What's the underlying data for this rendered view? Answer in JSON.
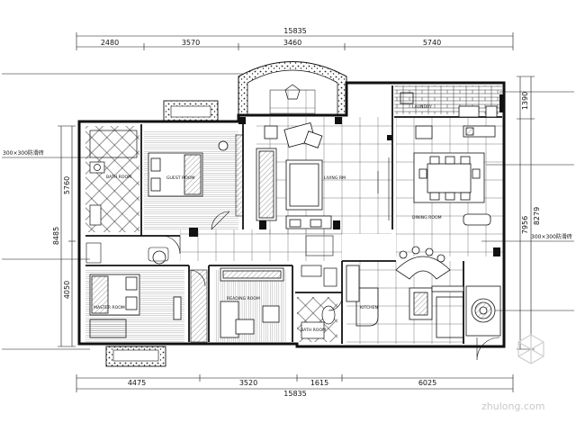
{
  "dimensions": {
    "top_total": "15835",
    "top": [
      "2480",
      "3570",
      "3460",
      "5740"
    ],
    "bottom_total": "15835",
    "bottom": [
      "4475",
      "3520",
      "1615",
      "6025"
    ],
    "left": [
      "5760",
      "8485",
      "4050"
    ],
    "right": [
      "1390",
      "8279",
      "7956"
    ]
  },
  "rooms": {
    "laundry": "LAUNDRY",
    "living": "LIVING RM",
    "dining": "DINING ROOM",
    "kitchen": "KITCHEN",
    "guest": "GUEST ROOM",
    "master": "MASTER ROOM",
    "reading": "READING ROOM",
    "bath_upper": "BATH ROOM",
    "bath_lower": "BATH ROOM"
  },
  "annotations": {
    "left_1": "",
    "left_2": "300×300防滑砖",
    "left_3": "",
    "left_4": "",
    "right_1": "",
    "right_2": "",
    "right_3": "300×300防滑砖",
    "right_4": ""
  },
  "watermark": "zhulong.com",
  "colors": {
    "line": "#111111",
    "background": "#ffffff",
    "watermark": "#c8c8c8"
  }
}
